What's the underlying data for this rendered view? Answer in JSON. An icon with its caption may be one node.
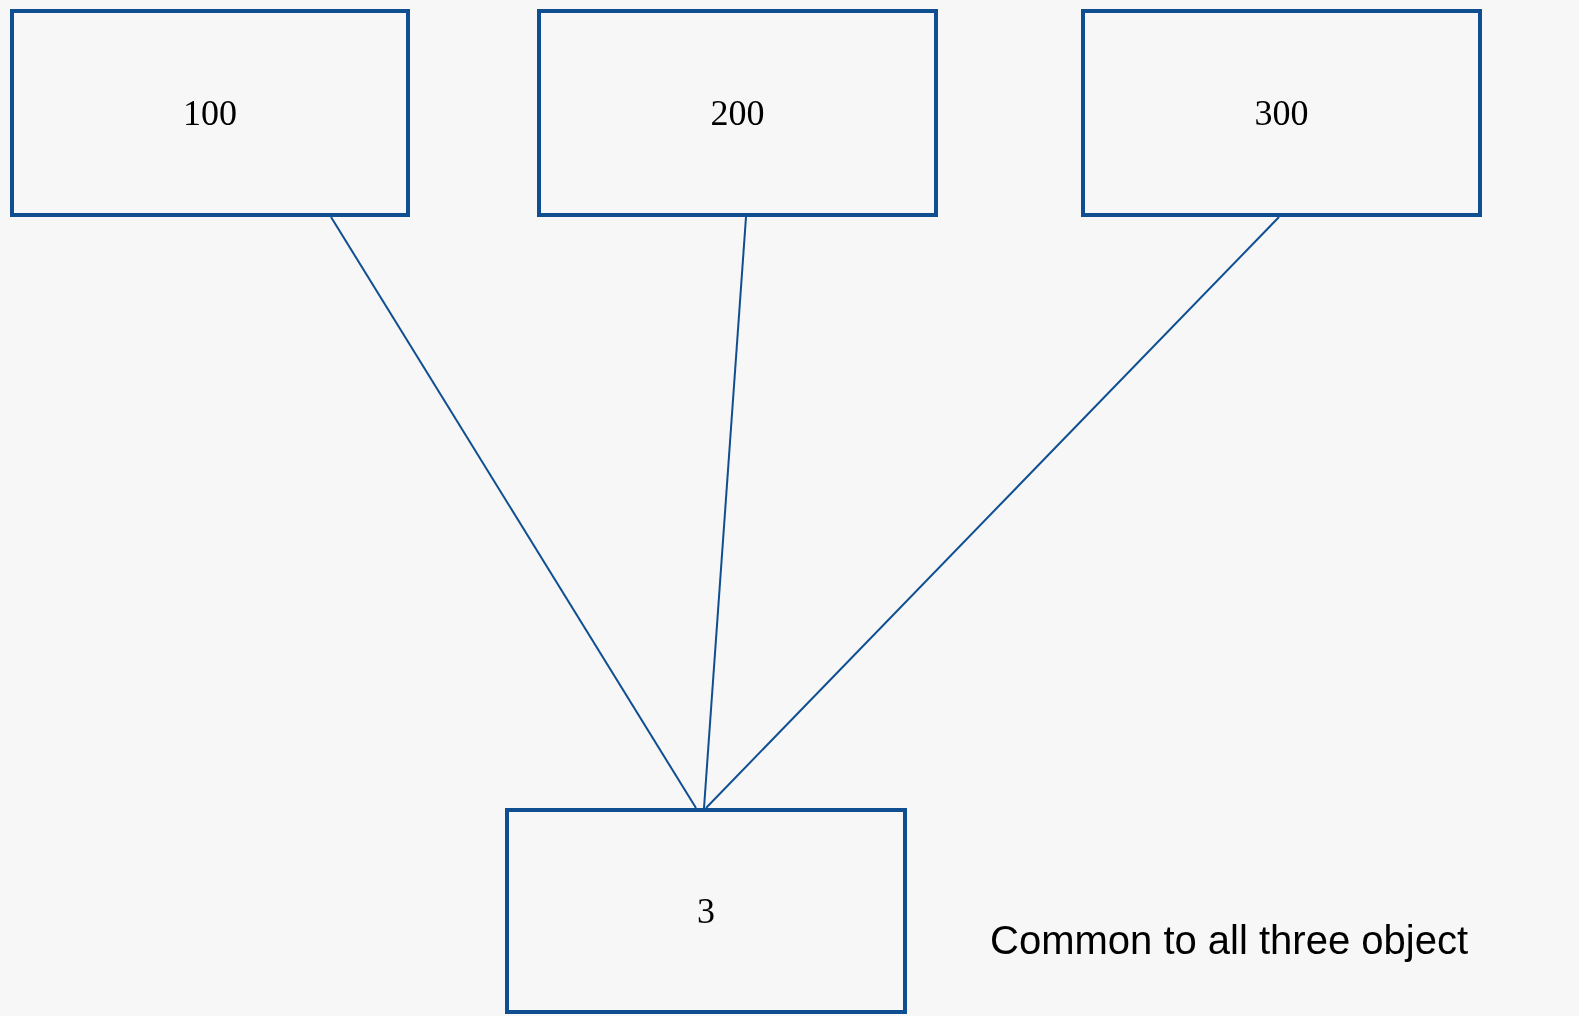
{
  "diagram": {
    "nodes": [
      {
        "text": [
          "100"
        ]
      },
      {
        "text": [
          "200"
        ]
      },
      {
        "text": [
          "300"
        ]
      },
      {
        "text": [
          "3"
        ]
      }
    ],
    "edges": [
      {
        "from": 0,
        "to": 3,
        "arrow": "none"
      },
      {
        "from": 1,
        "to": 3,
        "arrow": "none"
      },
      {
        "from": 2,
        "to": 3,
        "arrow": "none"
      }
    ],
    "labels": [
      "Common to all three object"
    ]
  }
}
